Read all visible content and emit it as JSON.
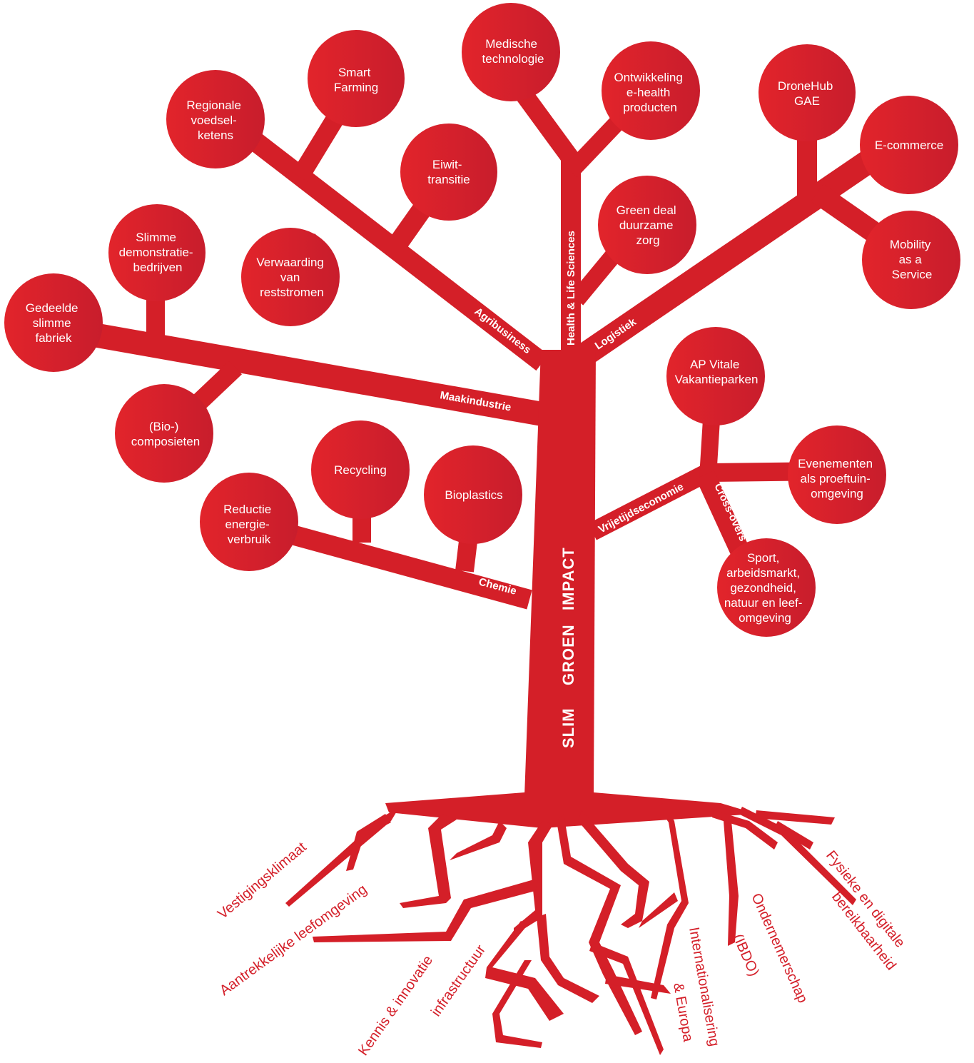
{
  "colors": {
    "primary": "#d01f28",
    "background": "#ffffff"
  },
  "trunk": {
    "words": [
      "SLIM",
      "GROEN",
      "IMPACT"
    ]
  },
  "branches": {
    "agribusiness": "Agribusiness",
    "health": "Health & Life Sciences",
    "logistiek": "Logistiek",
    "maakindustrie": "Maakindustrie",
    "chemie": "Chemie",
    "vrijetijdseconomie": "Vrijetijdseconomie",
    "crossovers": "Cross-overs"
  },
  "nodes": {
    "regionale": [
      "Regionale",
      "voedsel-",
      "ketens"
    ],
    "smart_farming": [
      "Smart",
      "Farming"
    ],
    "eiwit": [
      "Eiwit-",
      "transitie"
    ],
    "verwaarding": [
      "Verwaarding",
      "van",
      "reststromen"
    ],
    "medische": [
      "Medische",
      "technologie"
    ],
    "ehealth": [
      "Ontwikkeling",
      "e-health",
      "producten"
    ],
    "green_deal": [
      "Green deal",
      "duurzame",
      "zorg"
    ],
    "dronehub": [
      "DroneHub",
      "GAE"
    ],
    "ecommerce": [
      "E-commerce"
    ],
    "mobility": [
      "Mobility",
      "as a",
      "Service"
    ],
    "slimme_demo": [
      "Slimme",
      "demonstratie-",
      "bedrijven"
    ],
    "gedeelde": [
      "Gedeelde",
      "slimme",
      "fabriek"
    ],
    "biocomposieten": [
      "(Bio-)",
      "composieten"
    ],
    "recycling": [
      "Recycling"
    ],
    "bioplastics": [
      "Bioplastics"
    ],
    "reductie": [
      "Reductie",
      "energie-",
      "verbruik"
    ],
    "ap_vitale": [
      "AP Vitale",
      "Vakantieparken"
    ],
    "evenementen": [
      "Evenementen",
      "als proeftuin-",
      "omgeving"
    ],
    "sport": [
      "Sport,",
      "arbeidsmarkt,",
      "gezondheid,",
      "natuur en leef-",
      "omgeving"
    ]
  },
  "roots": {
    "vestigingsklimaat": [
      "Vestigingsklimaat"
    ],
    "leefomgeving": [
      "Aantrekkelijke leefomgeving"
    ],
    "kennis": [
      "Kennis & innovatie",
      "infrastructuur"
    ],
    "internationalisering": [
      "Internationalisering",
      "& Europa"
    ],
    "ondernemerschap": [
      "Ondernemerschap",
      "(IBDO)"
    ],
    "bereikbaarheid": [
      "Fysieke en digitale",
      "bereikbaarheid"
    ]
  }
}
